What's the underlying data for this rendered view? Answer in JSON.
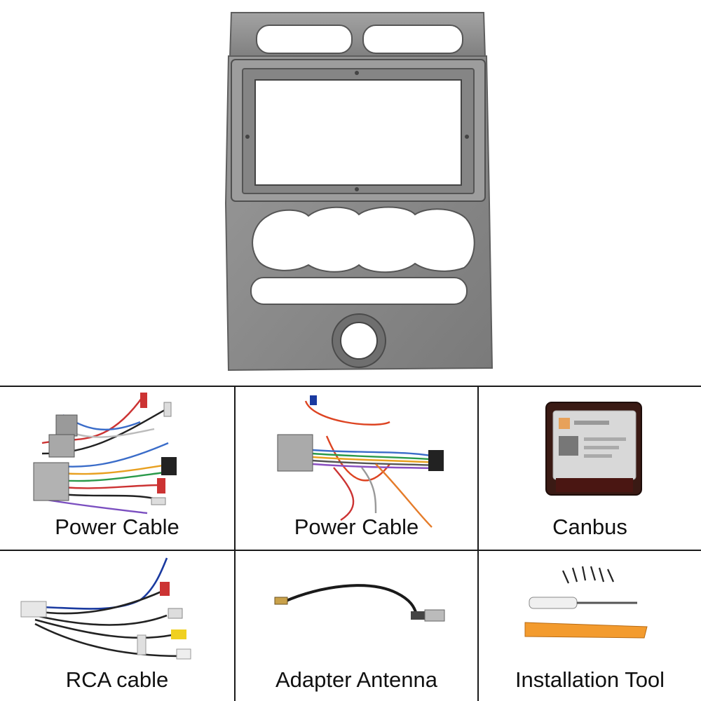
{
  "main_product": {
    "name": "dash-frame-panel",
    "color": "#8c8c8c"
  },
  "accessories": [
    {
      "label": "Power Cable",
      "icon": "harness-a-icon"
    },
    {
      "label": "Power Cable",
      "icon": "harness-b-icon"
    },
    {
      "label": "Canbus",
      "icon": "canbus-box-icon"
    },
    {
      "label": "RCA cable",
      "icon": "rca-cable-icon"
    },
    {
      "label": "Adapter Antenna",
      "icon": "antenna-adapter-icon"
    },
    {
      "label": "Installation Tool",
      "icon": "tools-icon"
    }
  ],
  "colors": {
    "frame": "#8f8f8f",
    "frame_dark": "#6a6a6a",
    "grid_line": "#1a1a1a",
    "tool_orange": "#f39b2e"
  }
}
